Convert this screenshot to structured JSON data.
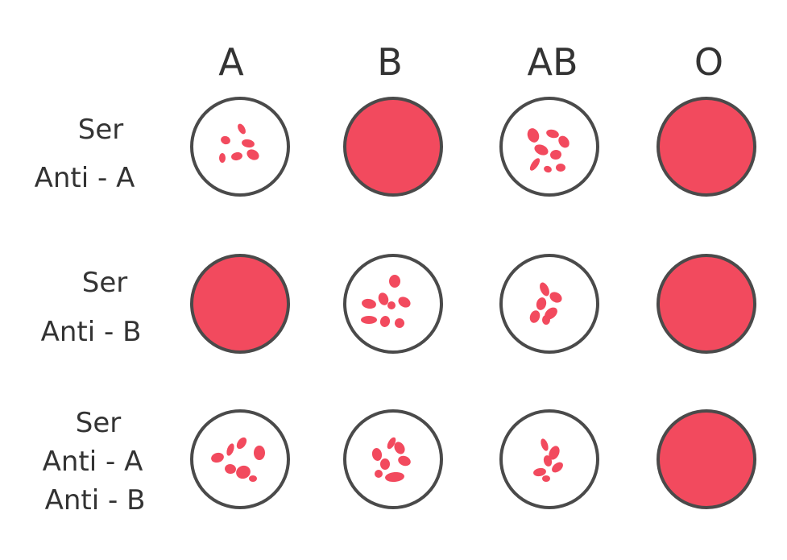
{
  "columns": [
    "A",
    "B",
    "AB",
    "O"
  ],
  "rows": [
    {
      "lines": [
        "Ser",
        "Anti - A"
      ]
    },
    {
      "lines": [
        "Ser",
        "Anti - B"
      ]
    },
    {
      "lines": [
        "Ser",
        "Anti - A",
        "Anti - B"
      ]
    }
  ],
  "cells": [
    [
      "agglutinated",
      "uniform",
      "agglutinated",
      "uniform"
    ],
    [
      "uniform",
      "agglutinated",
      "agglutinated",
      "uniform"
    ],
    [
      "agglutinated",
      "agglutinated",
      "agglutinated",
      "uniform"
    ]
  ],
  "colors": {
    "outline": "#4a4a4a",
    "blood": "#f24a5e",
    "background": "#ffffff",
    "text": "#333333"
  }
}
